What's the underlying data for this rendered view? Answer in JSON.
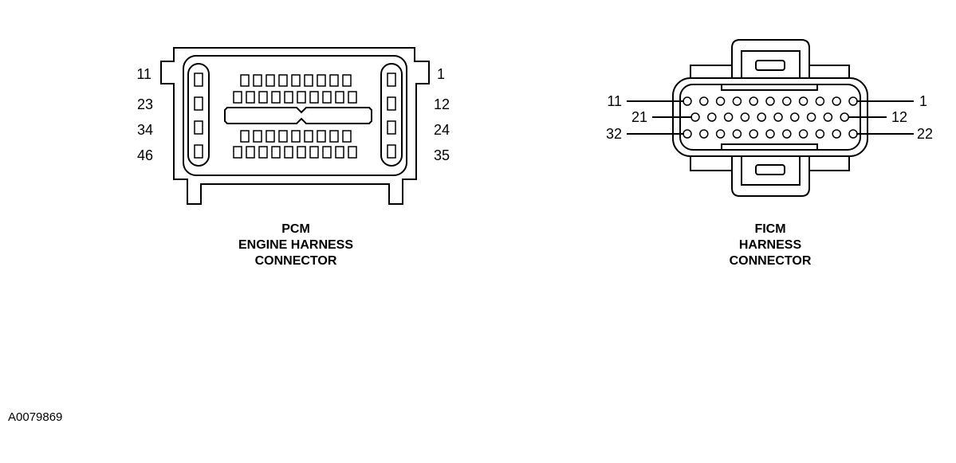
{
  "pcm": {
    "pin_labels": {
      "left": [
        "11",
        "23",
        "34",
        "46"
      ],
      "right": [
        "1",
        "12",
        "24",
        "35"
      ]
    },
    "title_lines": [
      "PCM",
      "ENGINE HARNESS",
      "CONNECTOR"
    ]
  },
  "ficm": {
    "pin_labels": {
      "left": [
        "11",
        "21",
        "32"
      ],
      "right": [
        "1",
        "12",
        "22"
      ]
    },
    "title_lines": [
      "FICM",
      "HARNESS",
      "CONNECTOR"
    ]
  },
  "figure_id": "A0079869"
}
